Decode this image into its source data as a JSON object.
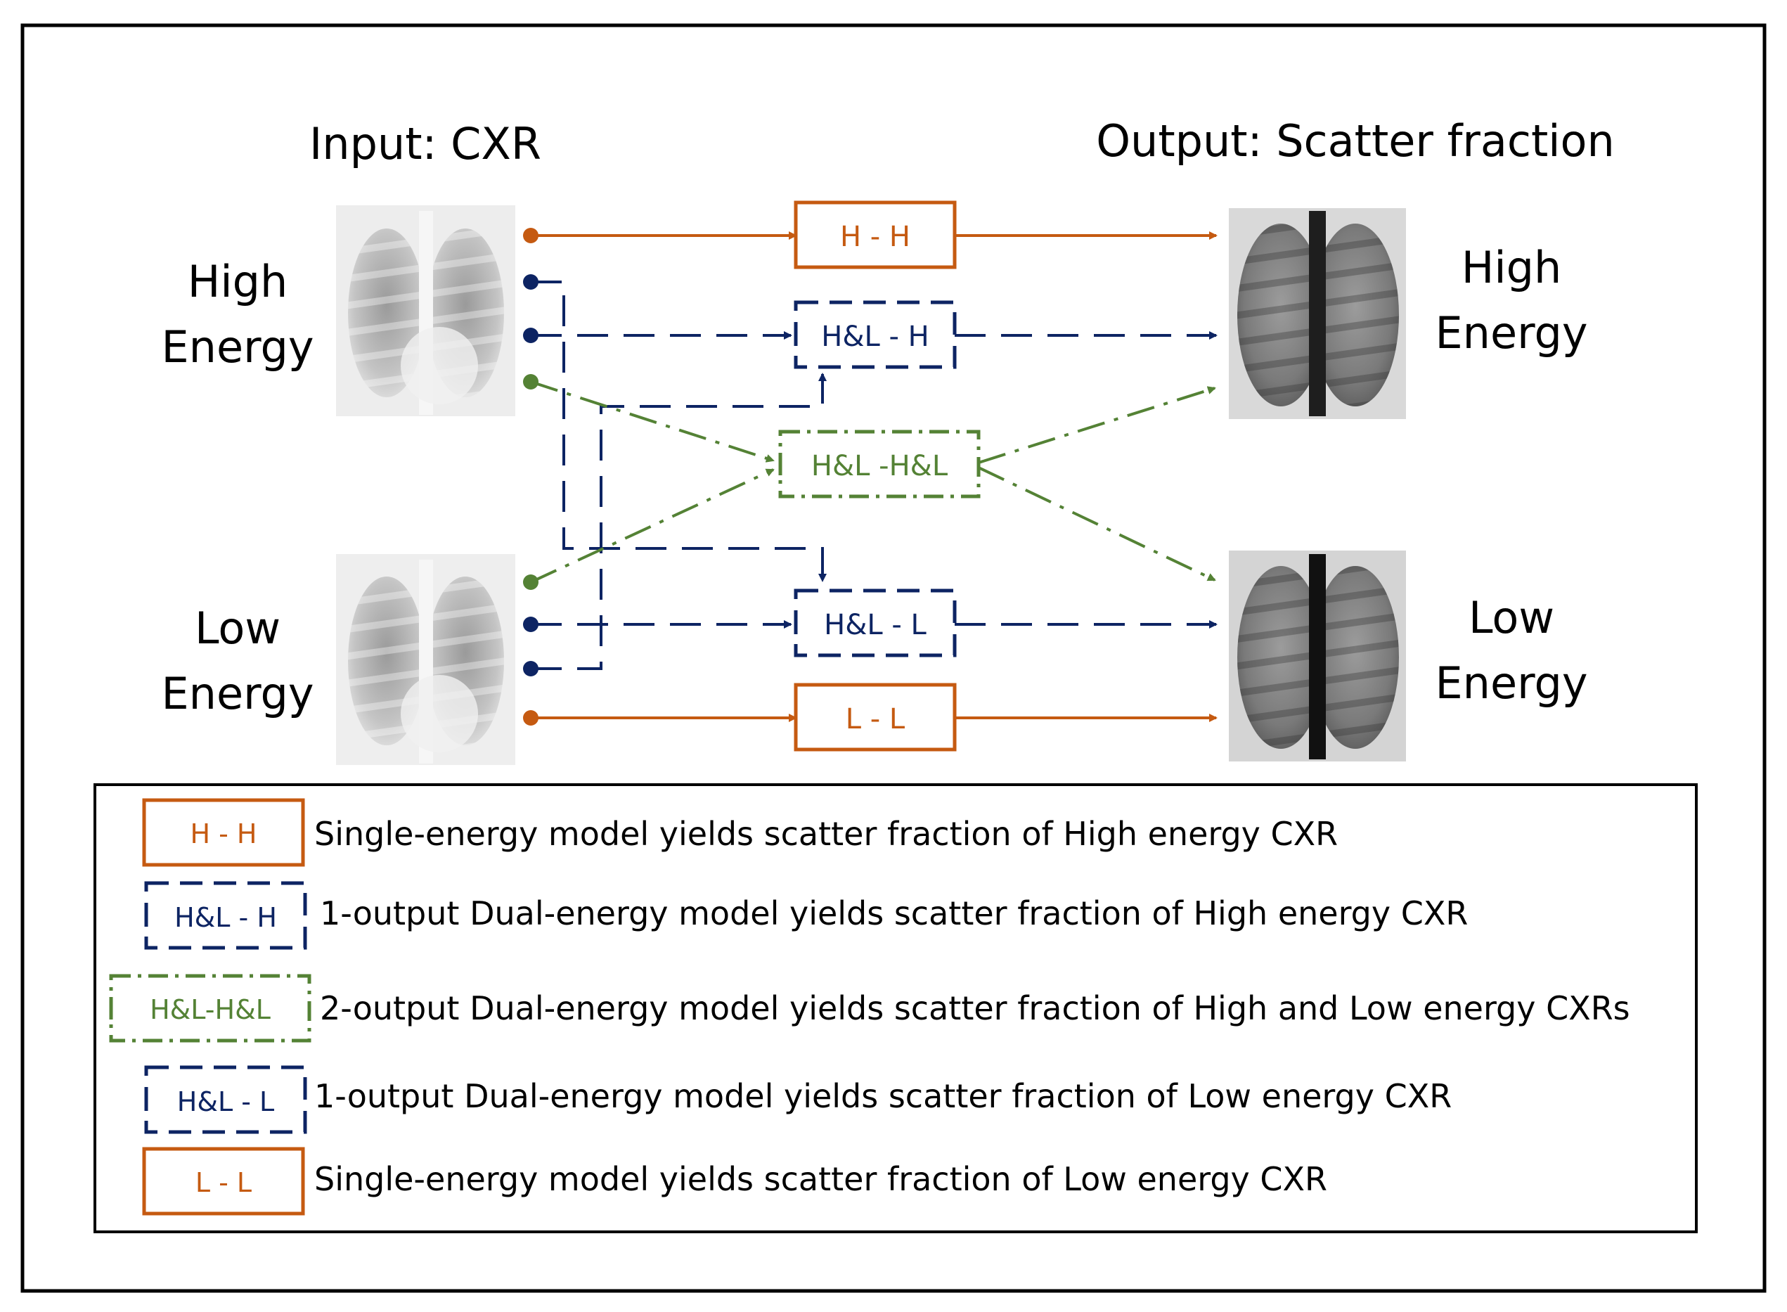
{
  "colors": {
    "orange": "#c55a11",
    "navy": "#0d2463",
    "green": "#548235",
    "frame": "#000000"
  },
  "headings": {
    "input": "Input: CXR",
    "output": "Output: Scatter fraction"
  },
  "input_labels": {
    "high_line1": "High",
    "high_line2": "Energy",
    "low_line1": "Low",
    "low_line2": "Energy"
  },
  "output_labels": {
    "high_line1": "High",
    "high_line2": "Energy",
    "low_line1": "Low",
    "low_line2": "Energy"
  },
  "models": {
    "hh": "H - H",
    "hlh": "H&L - H",
    "hlhl": "H&L -H&L",
    "hll": "H&L - L",
    "ll": "L - L"
  },
  "legend": [
    {
      "box": "H - H",
      "text": "Single-energy model yields scatter fraction of High energy CXR"
    },
    {
      "box": "H&L - H",
      "text": "1-output Dual-energy model yields scatter fraction of High energy CXR"
    },
    {
      "box": "H&L-H&L",
      "text": "2-output Dual-energy model yields scatter fraction of High and Low energy CXRs"
    },
    {
      "box": "H&L - L",
      "text": "1-output Dual-energy model yields scatter fraction of Low energy CXR"
    },
    {
      "box": "L - L",
      "text": "Single-energy model yields scatter fraction of Low energy CXR"
    }
  ]
}
